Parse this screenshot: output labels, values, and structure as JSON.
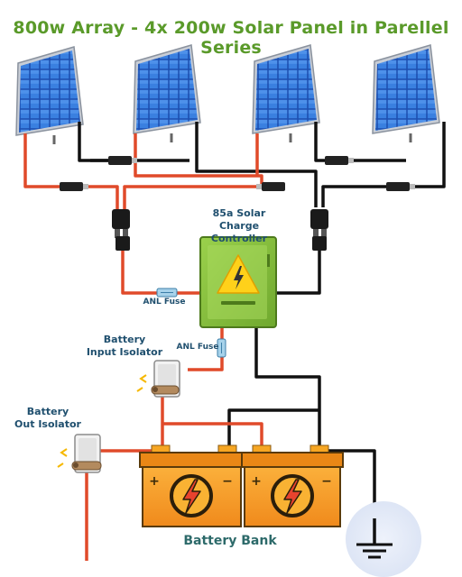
{
  "title": "800w Array - 4x 200w Solar Panel in Parellel Series",
  "labels": {
    "controller_line1": "85a Solar",
    "controller_line2": "Charge Controller",
    "anl_fuse_1": "ANL Fuse",
    "anl_fuse_2": "ANL Fuse",
    "input_isolator_line1": "Battery",
    "input_isolator_line2": "Input Isolator",
    "out_isolator_line1": "Battery",
    "out_isolator_line2": "Out Isolator",
    "battery_bank": "Battery Bank"
  },
  "colors": {
    "title": "#5a9a2a",
    "label": "#1f4f6e",
    "positive_wire": "#e04a2a",
    "negative_wire": "#111111",
    "controller_body": "#8cc63f",
    "battery_body": "#f79a1f",
    "panel_cell": "#2f6fd0"
  },
  "icons": [
    "solar-panel-icon",
    "mc4-connector-icon",
    "fuse-icon",
    "lightning-warning-icon",
    "battery-bolt-icon",
    "isolator-switch-icon",
    "ground-icon"
  ]
}
